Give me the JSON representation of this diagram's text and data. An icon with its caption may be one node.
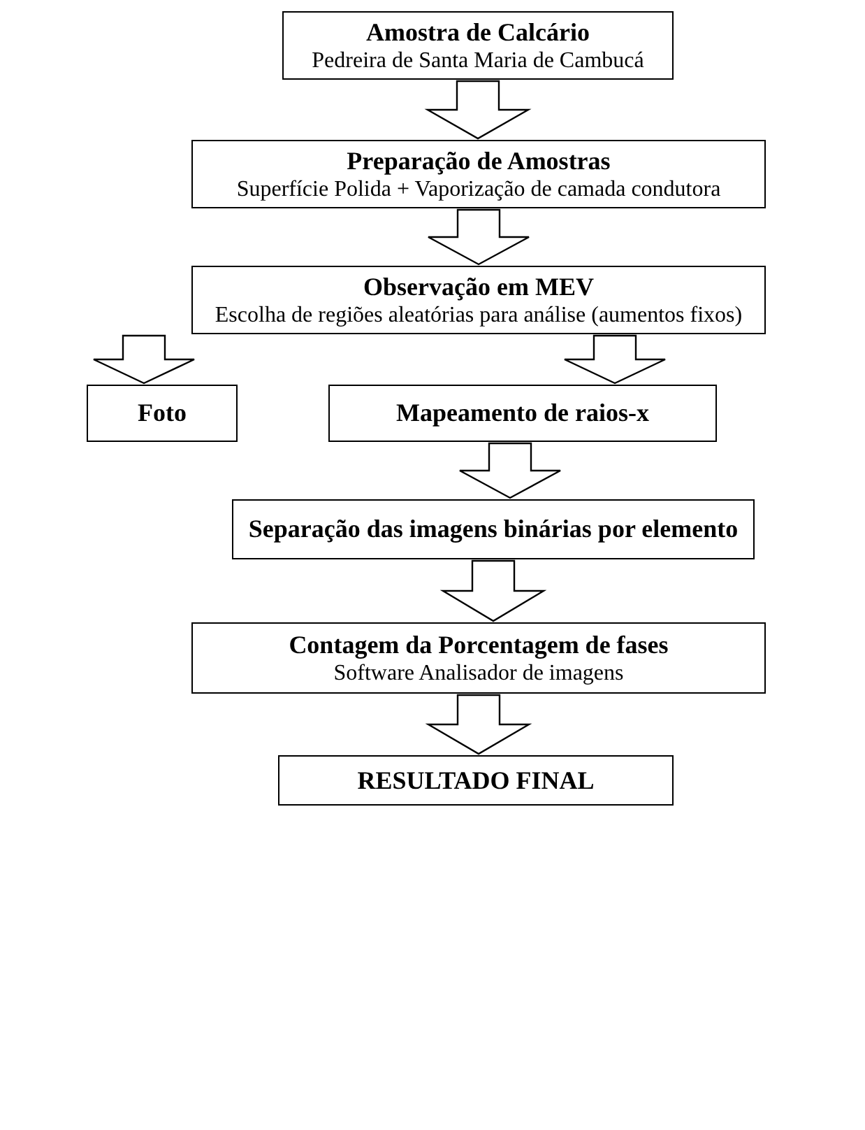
{
  "diagram": {
    "nodes": [
      {
        "text": [
          "Amostra de Calcário",
          "Pedreira de Santa Maria de Cambucá"
        ]
      },
      {
        "text": [
          "Preparação de Amostras",
          "Superfície Polida + Vaporização de camada condutora"
        ]
      },
      {
        "text": [
          "Observação em MEV",
          "Escolha de regiões aleatórias para análise (aumentos fixos)"
        ]
      },
      {
        "text": [
          "Foto"
        ]
      },
      {
        "text": [
          "Mapeamento de raios-x"
        ]
      },
      {
        "text": [
          "Separação das imagens binárias por elemento"
        ]
      },
      {
        "text": [
          "Contagem da Porcentagem de fases",
          "Software Analisador de imagens"
        ]
      },
      {
        "text": [
          "RESULTADO FINAL"
        ]
      }
    ],
    "edges": [
      {
        "from": 0,
        "to": 1,
        "arrow": "to"
      },
      {
        "from": 1,
        "to": 2,
        "arrow": "to"
      },
      {
        "from": 2,
        "to": 3,
        "arrow": "to"
      },
      {
        "from": 2,
        "to": 4,
        "arrow": "to"
      },
      {
        "from": 4,
        "to": 5,
        "arrow": "to"
      },
      {
        "from": 5,
        "to": 6,
        "arrow": "to"
      },
      {
        "from": 6,
        "to": 7,
        "arrow": "to"
      }
    ]
  }
}
